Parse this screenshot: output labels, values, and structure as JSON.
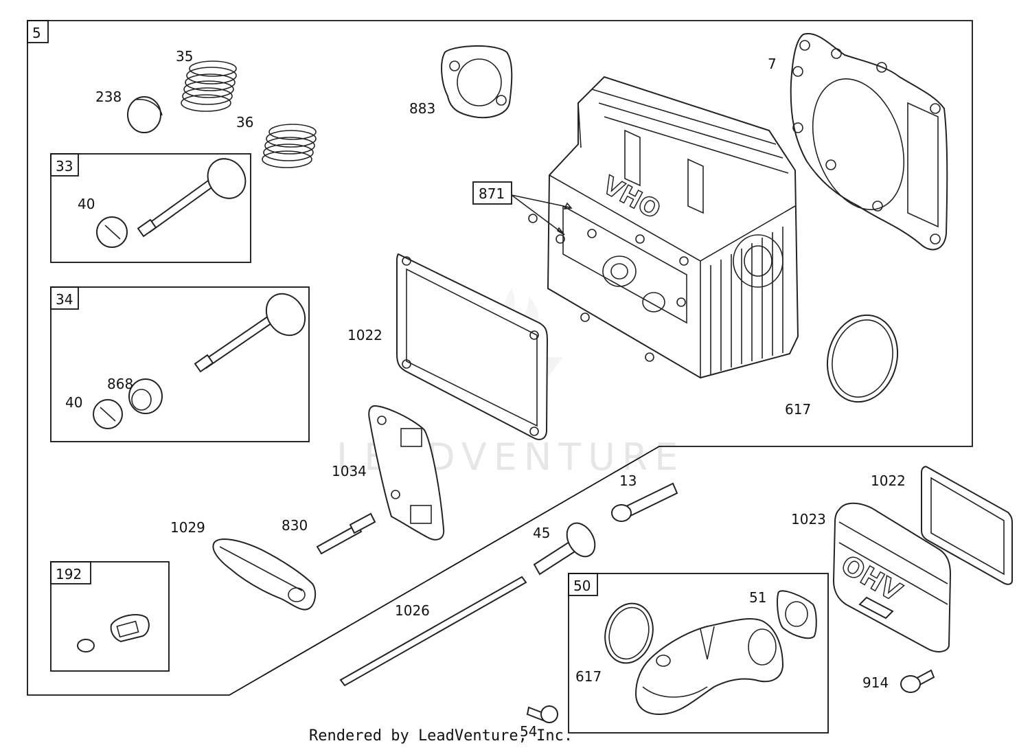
{
  "diagram": {
    "assembly_labels": {
      "main": "5",
      "valve_exhaust": "33",
      "valve_intake": "34",
      "breather_valve": "192",
      "intake_manifold": "50"
    },
    "part_labels": {
      "p35": "35",
      "p238": "238",
      "p36": "36",
      "p40a": "40",
      "p40b": "40",
      "p868": "868",
      "p883": "883",
      "p7": "7",
      "p871": "871",
      "p1022a": "1022",
      "p617a": "617",
      "p1034": "1034",
      "p1029": "1029",
      "p830": "830",
      "p13": "13",
      "p45": "45",
      "p1022b": "1022",
      "p1023": "1023",
      "p1026": "1026",
      "p51": "51",
      "p617b": "617",
      "p914": "914",
      "p54": "54"
    },
    "cover_text": "OHV",
    "head_text": "OHV",
    "watermark": "LEADVENTURE",
    "footer": "Rendered by LeadVenture, Inc."
  }
}
